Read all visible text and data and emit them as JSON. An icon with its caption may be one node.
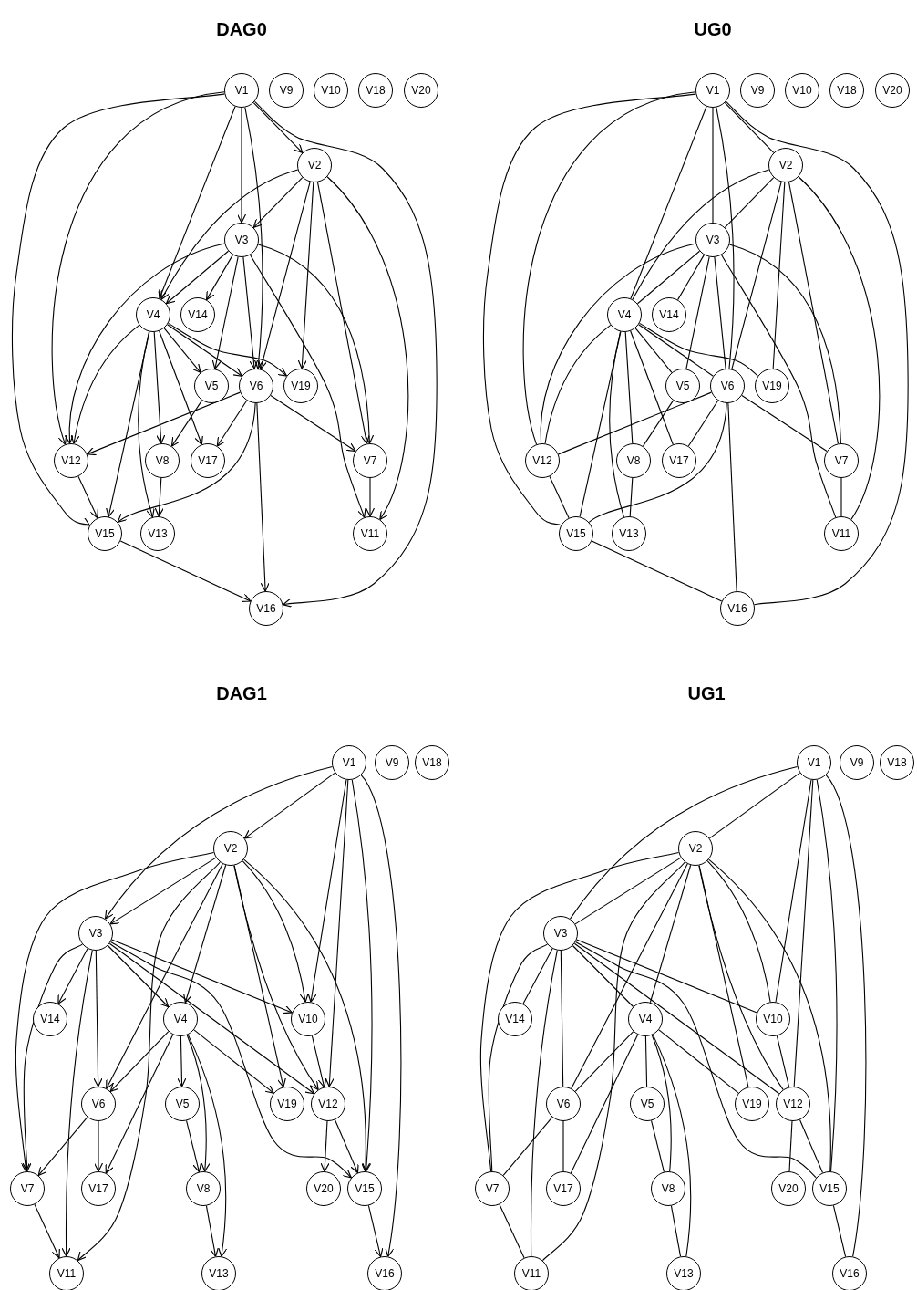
{
  "diagram": {
    "nodes": [
      {
        "text": [
          "V1"
        ]
      },
      {
        "text": [
          "V9"
        ]
      },
      {
        "text": [
          "V10"
        ]
      },
      {
        "text": [
          "V18"
        ]
      },
      {
        "text": [
          "V20"
        ]
      },
      {
        "text": [
          "V2"
        ]
      },
      {
        "text": [
          "V3"
        ]
      },
      {
        "text": [
          "V4"
        ]
      },
      {
        "text": [
          "V14"
        ]
      },
      {
        "text": [
          "V5"
        ]
      },
      {
        "text": [
          "V6"
        ]
      },
      {
        "text": [
          "V19"
        ]
      },
      {
        "text": [
          "V12"
        ]
      },
      {
        "text": [
          "V8"
        ]
      },
      {
        "text": [
          "V17"
        ]
      },
      {
        "text": [
          "V7"
        ]
      },
      {
        "text": [
          "V15"
        ]
      },
      {
        "text": [
          "V13"
        ]
      },
      {
        "text": [
          "V11"
        ]
      },
      {
        "text": [
          "V16"
        ]
      },
      {
        "text": [
          "V1"
        ]
      },
      {
        "text": [
          "V9"
        ]
      },
      {
        "text": [
          "V10"
        ]
      },
      {
        "text": [
          "V18"
        ]
      },
      {
        "text": [
          "V20"
        ]
      },
      {
        "text": [
          "V2"
        ]
      },
      {
        "text": [
          "V3"
        ]
      },
      {
        "text": [
          "V4"
        ]
      },
      {
        "text": [
          "V14"
        ]
      },
      {
        "text": [
          "V5"
        ]
      },
      {
        "text": [
          "V6"
        ]
      },
      {
        "text": [
          "V19"
        ]
      },
      {
        "text": [
          "V12"
        ]
      },
      {
        "text": [
          "V8"
        ]
      },
      {
        "text": [
          "V17"
        ]
      },
      {
        "text": [
          "V7"
        ]
      },
      {
        "text": [
          "V15"
        ]
      },
      {
        "text": [
          "V13"
        ]
      },
      {
        "text": [
          "V11"
        ]
      },
      {
        "text": [
          "V16"
        ]
      },
      {
        "text": [
          "V1"
        ]
      },
      {
        "text": [
          "V9"
        ]
      },
      {
        "text": [
          "V18"
        ]
      },
      {
        "text": [
          "V2"
        ]
      },
      {
        "text": [
          "V3"
        ]
      },
      {
        "text": [
          "V14"
        ]
      },
      {
        "text": [
          "V4"
        ]
      },
      {
        "text": [
          "V10"
        ]
      },
      {
        "text": [
          "V6"
        ]
      },
      {
        "text": [
          "V5"
        ]
      },
      {
        "text": [
          "V19"
        ]
      },
      {
        "text": [
          "V12"
        ]
      },
      {
        "text": [
          "V7"
        ]
      },
      {
        "text": [
          "V17"
        ]
      },
      {
        "text": [
          "V8"
        ]
      },
      {
        "text": [
          "V20"
        ]
      },
      {
        "text": [
          "V15"
        ]
      },
      {
        "text": [
          "V11"
        ]
      },
      {
        "text": [
          "V13"
        ]
      },
      {
        "text": [
          "V16"
        ]
      },
      {
        "text": [
          "V1"
        ]
      },
      {
        "text": [
          "V9"
        ]
      },
      {
        "text": [
          "V18"
        ]
      },
      {
        "text": [
          "V2"
        ]
      },
      {
        "text": [
          "V3"
        ]
      },
      {
        "text": [
          "V14"
        ]
      },
      {
        "text": [
          "V4"
        ]
      },
      {
        "text": [
          "V10"
        ]
      },
      {
        "text": [
          "V6"
        ]
      },
      {
        "text": [
          "V5"
        ]
      },
      {
        "text": [
          "V19"
        ]
      },
      {
        "text": [
          "V12"
        ]
      },
      {
        "text": [
          "V7"
        ]
      },
      {
        "text": [
          "V17"
        ]
      },
      {
        "text": [
          "V8"
        ]
      },
      {
        "text": [
          "V20"
        ]
      },
      {
        "text": [
          "V15"
        ]
      },
      {
        "text": [
          "V11"
        ]
      },
      {
        "text": [
          "V13"
        ]
      },
      {
        "text": [
          "V16"
        ]
      }
    ],
    "edges": [
      {
        "from": 0,
        "to": 16,
        "arrow": "to"
      },
      {
        "from": 0,
        "to": 12,
        "arrow": "to"
      },
      {
        "from": 0,
        "to": 7,
        "arrow": "to"
      },
      {
        "from": 0,
        "to": 6,
        "arrow": "to"
      },
      {
        "from": 0,
        "to": 10,
        "arrow": "to"
      },
      {
        "from": 0,
        "to": 5,
        "arrow": "to"
      },
      {
        "from": 0,
        "to": 19,
        "arrow": "to"
      },
      {
        "from": 5,
        "to": 6,
        "arrow": "to"
      },
      {
        "from": 5,
        "to": 7,
        "arrow": "to"
      },
      {
        "from": 5,
        "to": 10,
        "arrow": "to"
      },
      {
        "from": 5,
        "to": 11,
        "arrow": "to"
      },
      {
        "from": 5,
        "to": 15,
        "arrow": "to"
      },
      {
        "from": 5,
        "to": 18,
        "arrow": "to"
      },
      {
        "from": 6,
        "to": 12,
        "arrow": "to"
      },
      {
        "from": 6,
        "to": 7,
        "arrow": "to"
      },
      {
        "from": 6,
        "to": 8,
        "arrow": "to"
      },
      {
        "from": 6,
        "to": 9,
        "arrow": "to"
      },
      {
        "from": 6,
        "to": 10,
        "arrow": "to"
      },
      {
        "from": 6,
        "to": 18,
        "arrow": "to"
      },
      {
        "from": 6,
        "to": 15,
        "arrow": "to"
      },
      {
        "from": 7,
        "to": 12,
        "arrow": "to"
      },
      {
        "from": 7,
        "to": 16,
        "arrow": "to"
      },
      {
        "from": 7,
        "to": 17,
        "arrow": "to"
      },
      {
        "from": 7,
        "to": 13,
        "arrow": "to"
      },
      {
        "from": 7,
        "to": 14,
        "arrow": "to"
      },
      {
        "from": 7,
        "to": 9,
        "arrow": "to"
      },
      {
        "from": 7,
        "to": 10,
        "arrow": "to"
      },
      {
        "from": 7,
        "to": 11,
        "arrow": "to"
      },
      {
        "from": 9,
        "to": 13,
        "arrow": "to"
      },
      {
        "from": 10,
        "to": 12,
        "arrow": "to"
      },
      {
        "from": 10,
        "to": 14,
        "arrow": "to"
      },
      {
        "from": 10,
        "to": 15,
        "arrow": "to"
      },
      {
        "from": 10,
        "to": 16,
        "arrow": "to"
      },
      {
        "from": 10,
        "to": 19,
        "arrow": "to"
      },
      {
        "from": 12,
        "to": 16,
        "arrow": "to"
      },
      {
        "from": 13,
        "to": 17,
        "arrow": "to"
      },
      {
        "from": 15,
        "to": 18,
        "arrow": "to"
      },
      {
        "from": 16,
        "to": 19,
        "arrow": "to"
      },
      {
        "from": 20,
        "to": 36,
        "arrow": "none"
      },
      {
        "from": 20,
        "to": 32,
        "arrow": "none"
      },
      {
        "from": 20,
        "to": 27,
        "arrow": "none"
      },
      {
        "from": 20,
        "to": 26,
        "arrow": "none"
      },
      {
        "from": 20,
        "to": 30,
        "arrow": "none"
      },
      {
        "from": 20,
        "to": 25,
        "arrow": "none"
      },
      {
        "from": 20,
        "to": 39,
        "arrow": "none"
      },
      {
        "from": 25,
        "to": 26,
        "arrow": "none"
      },
      {
        "from": 25,
        "to": 27,
        "arrow": "none"
      },
      {
        "from": 25,
        "to": 30,
        "arrow": "none"
      },
      {
        "from": 25,
        "to": 31,
        "arrow": "none"
      },
      {
        "from": 25,
        "to": 35,
        "arrow": "none"
      },
      {
        "from": 25,
        "to": 38,
        "arrow": "none"
      },
      {
        "from": 26,
        "to": 32,
        "arrow": "none"
      },
      {
        "from": 26,
        "to": 27,
        "arrow": "none"
      },
      {
        "from": 26,
        "to": 28,
        "arrow": "none"
      },
      {
        "from": 26,
        "to": 29,
        "arrow": "none"
      },
      {
        "from": 26,
        "to": 30,
        "arrow": "none"
      },
      {
        "from": 26,
        "to": 38,
        "arrow": "none"
      },
      {
        "from": 26,
        "to": 35,
        "arrow": "none"
      },
      {
        "from": 27,
        "to": 32,
        "arrow": "none"
      },
      {
        "from": 27,
        "to": 36,
        "arrow": "none"
      },
      {
        "from": 27,
        "to": 37,
        "arrow": "none"
      },
      {
        "from": 27,
        "to": 33,
        "arrow": "none"
      },
      {
        "from": 27,
        "to": 34,
        "arrow": "none"
      },
      {
        "from": 27,
        "to": 29,
        "arrow": "none"
      },
      {
        "from": 27,
        "to": 30,
        "arrow": "none"
      },
      {
        "from": 27,
        "to": 31,
        "arrow": "none"
      },
      {
        "from": 29,
        "to": 33,
        "arrow": "none"
      },
      {
        "from": 30,
        "to": 32,
        "arrow": "none"
      },
      {
        "from": 30,
        "to": 34,
        "arrow": "none"
      },
      {
        "from": 30,
        "to": 35,
        "arrow": "none"
      },
      {
        "from": 30,
        "to": 36,
        "arrow": "none"
      },
      {
        "from": 30,
        "to": 39,
        "arrow": "none"
      },
      {
        "from": 32,
        "to": 36,
        "arrow": "none"
      },
      {
        "from": 33,
        "to": 37,
        "arrow": "none"
      },
      {
        "from": 35,
        "to": 38,
        "arrow": "none"
      },
      {
        "from": 36,
        "to": 39,
        "arrow": "none"
      },
      {
        "from": 40,
        "to": 44,
        "arrow": "to"
      },
      {
        "from": 40,
        "to": 43,
        "arrow": "to"
      },
      {
        "from": 40,
        "to": 47,
        "arrow": "to"
      },
      {
        "from": 40,
        "to": 51,
        "arrow": "to"
      },
      {
        "from": 40,
        "to": 56,
        "arrow": "to"
      },
      {
        "from": 40,
        "to": 59,
        "arrow": "to"
      },
      {
        "from": 43,
        "to": 52,
        "arrow": "to"
      },
      {
        "from": 43,
        "to": 44,
        "arrow": "to"
      },
      {
        "from": 43,
        "to": 48,
        "arrow": "to"
      },
      {
        "from": 43,
        "to": 57,
        "arrow": "to"
      },
      {
        "from": 43,
        "to": 46,
        "arrow": "to"
      },
      {
        "from": 43,
        "to": 50,
        "arrow": "to"
      },
      {
        "from": 43,
        "to": 51,
        "arrow": "to"
      },
      {
        "from": 43,
        "to": 47,
        "arrow": "to"
      },
      {
        "from": 43,
        "to": 56,
        "arrow": "to"
      },
      {
        "from": 44,
        "to": 52,
        "arrow": "to"
      },
      {
        "from": 44,
        "to": 45,
        "arrow": "to"
      },
      {
        "from": 44,
        "to": 57,
        "arrow": "to"
      },
      {
        "from": 44,
        "to": 48,
        "arrow": "to"
      },
      {
        "from": 44,
        "to": 46,
        "arrow": "to"
      },
      {
        "from": 44,
        "to": 47,
        "arrow": "to"
      },
      {
        "from": 44,
        "to": 51,
        "arrow": "to"
      },
      {
        "from": 44,
        "to": 56,
        "arrow": "to"
      },
      {
        "from": 46,
        "to": 48,
        "arrow": "to"
      },
      {
        "from": 46,
        "to": 53,
        "arrow": "to"
      },
      {
        "from": 46,
        "to": 49,
        "arrow": "to"
      },
      {
        "from": 46,
        "to": 54,
        "arrow": "to"
      },
      {
        "from": 46,
        "to": 58,
        "arrow": "to"
      },
      {
        "from": 46,
        "to": 50,
        "arrow": "to"
      },
      {
        "from": 48,
        "to": 52,
        "arrow": "to"
      },
      {
        "from": 48,
        "to": 53,
        "arrow": "to"
      },
      {
        "from": 49,
        "to": 54,
        "arrow": "to"
      },
      {
        "from": 52,
        "to": 57,
        "arrow": "to"
      },
      {
        "from": 54,
        "to": 58,
        "arrow": "to"
      },
      {
        "from": 51,
        "to": 55,
        "arrow": "to"
      },
      {
        "from": 51,
        "to": 56,
        "arrow": "to"
      },
      {
        "from": 56,
        "to": 59,
        "arrow": "to"
      },
      {
        "from": 47,
        "to": 51,
        "arrow": "to"
      },
      {
        "from": 60,
        "to": 64,
        "arrow": "none"
      },
      {
        "from": 60,
        "to": 63,
        "arrow": "none"
      },
      {
        "from": 60,
        "to": 67,
        "arrow": "none"
      },
      {
        "from": 60,
        "to": 71,
        "arrow": "none"
      },
      {
        "from": 60,
        "to": 76,
        "arrow": "none"
      },
      {
        "from": 60,
        "to": 79,
        "arrow": "none"
      },
      {
        "from": 63,
        "to": 72,
        "arrow": "none"
      },
      {
        "from": 63,
        "to": 64,
        "arrow": "none"
      },
      {
        "from": 63,
        "to": 68,
        "arrow": "none"
      },
      {
        "from": 63,
        "to": 77,
        "arrow": "none"
      },
      {
        "from": 63,
        "to": 66,
        "arrow": "none"
      },
      {
        "from": 63,
        "to": 70,
        "arrow": "none"
      },
      {
        "from": 63,
        "to": 71,
        "arrow": "none"
      },
      {
        "from": 63,
        "to": 67,
        "arrow": "none"
      },
      {
        "from": 63,
        "to": 76,
        "arrow": "none"
      },
      {
        "from": 64,
        "to": 72,
        "arrow": "none"
      },
      {
        "from": 64,
        "to": 65,
        "arrow": "none"
      },
      {
        "from": 64,
        "to": 77,
        "arrow": "none"
      },
      {
        "from": 64,
        "to": 68,
        "arrow": "none"
      },
      {
        "from": 64,
        "to": 66,
        "arrow": "none"
      },
      {
        "from": 64,
        "to": 67,
        "arrow": "none"
      },
      {
        "from": 64,
        "to": 71,
        "arrow": "none"
      },
      {
        "from": 64,
        "to": 76,
        "arrow": "none"
      },
      {
        "from": 66,
        "to": 68,
        "arrow": "none"
      },
      {
        "from": 66,
        "to": 73,
        "arrow": "none"
      },
      {
        "from": 66,
        "to": 69,
        "arrow": "none"
      },
      {
        "from": 66,
        "to": 74,
        "arrow": "none"
      },
      {
        "from": 66,
        "to": 78,
        "arrow": "none"
      },
      {
        "from": 66,
        "to": 70,
        "arrow": "none"
      },
      {
        "from": 68,
        "to": 72,
        "arrow": "none"
      },
      {
        "from": 68,
        "to": 73,
        "arrow": "none"
      },
      {
        "from": 69,
        "to": 74,
        "arrow": "none"
      },
      {
        "from": 72,
        "to": 77,
        "arrow": "none"
      },
      {
        "from": 74,
        "to": 78,
        "arrow": "none"
      },
      {
        "from": 71,
        "to": 75,
        "arrow": "none"
      },
      {
        "from": 71,
        "to": 76,
        "arrow": "none"
      },
      {
        "from": 76,
        "to": 79,
        "arrow": "none"
      },
      {
        "from": 67,
        "to": 71,
        "arrow": "none"
      }
    ],
    "labels": [
      "DAG0",
      "UG0",
      "DAG1",
      "UG1"
    ]
  }
}
